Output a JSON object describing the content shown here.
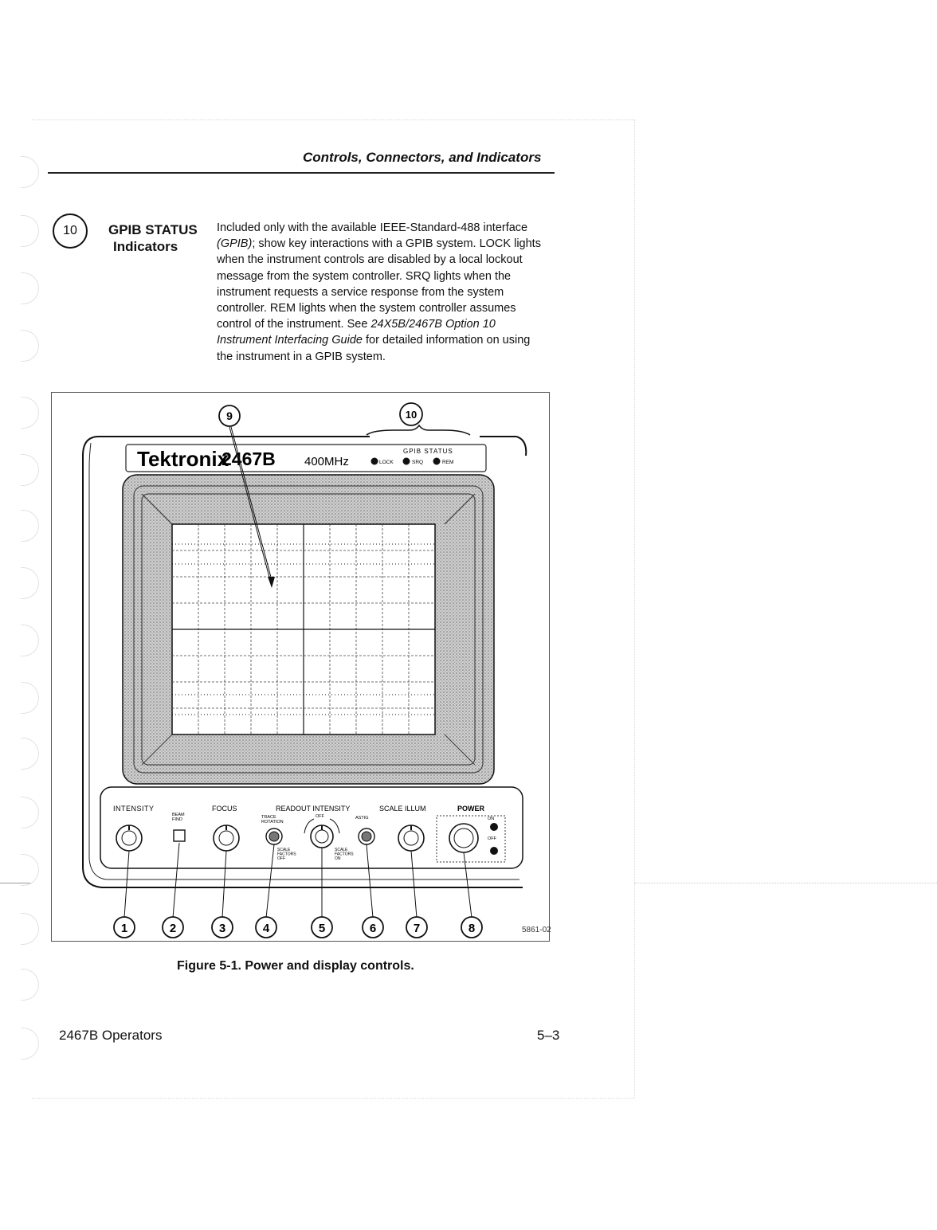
{
  "header": {
    "running_head": "Controls, Connectors, and Indicators"
  },
  "item": {
    "number": "10",
    "title_line1": "GPIB STATUS",
    "title_line2": "Indicators",
    "body": {
      "p1": "Included only with the available IEEE-Standard-488 interface ",
      "gpib": "(GPIB)",
      "p2": "; show key interactions with a GPIB system. LOCK lights when the instrument controls are disabled by a local lockout message from the system controller. SRQ lights when the instrument requests a service response from the system controller. REM lights when the system controller assumes control of the instrument. See ",
      "guide": "24X5B/2467B Option 10 Instrument Interfacing Guide",
      "p3": " for detailed information on using the instrument in a GPIB system."
    }
  },
  "figure": {
    "brand": "Tektronix",
    "model": "2467B",
    "bandwidth": "400MHz",
    "gpib_status_label": "GPIB STATUS",
    "led_lock": "LOCK",
    "led_srq": "SRQ",
    "led_rem": "REM",
    "controls": {
      "intensity": "INTENSITY",
      "beam_find": "BEAM\nFIND",
      "focus": "FOCUS",
      "readout_intensity": "READOUT INTENSITY",
      "trace_rotation": "TRACE\nROTATION",
      "off": "OFF",
      "astig": "ASTIG",
      "scale_factors_off": "SCALE\nFACTORS\nOFF",
      "scale_factors_on": "SCALE\nFACTORS\nON",
      "scale_illum": "SCALE ILLUM",
      "power": "POWER",
      "power_on": "ON",
      "power_off": "OFF"
    },
    "callouts": [
      "1",
      "2",
      "3",
      "4",
      "5",
      "6",
      "7",
      "8",
      "9",
      "10"
    ],
    "figure_id": "5861-02",
    "caption": "Figure 5-1. Power and display controls."
  },
  "footer": {
    "manual": "2467B Operators",
    "page": "5–3"
  }
}
